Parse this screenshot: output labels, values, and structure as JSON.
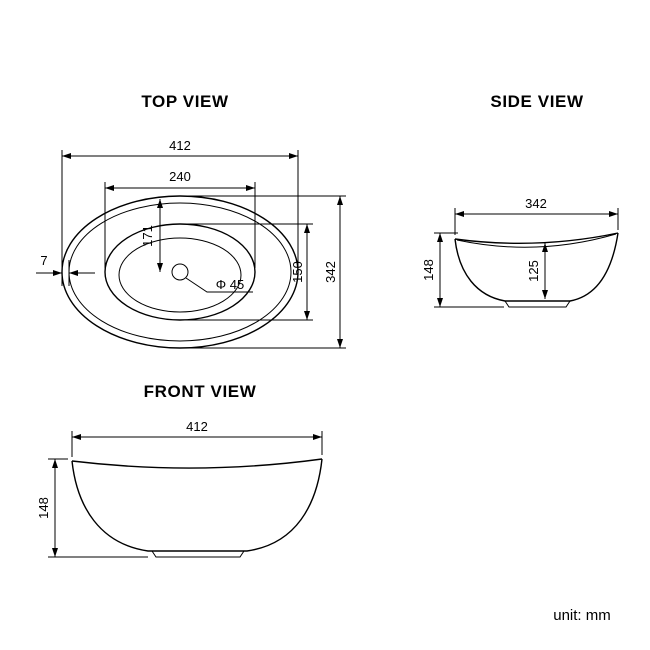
{
  "colors": {
    "line": "#000000",
    "background": "#ffffff"
  },
  "top_view": {
    "title": "TOP VIEW",
    "dims": {
      "overall_width": "412",
      "opening_width": "240",
      "center_to_top": "171",
      "opening_height": "150",
      "overall_height": "342",
      "rim_thickness": "7",
      "drain_diameter": "Φ 45"
    }
  },
  "side_view": {
    "title": "SIDE VIEW",
    "dims": {
      "overall_width": "342",
      "overall_height": "148",
      "inner_depth": "125"
    }
  },
  "front_view": {
    "title": "FRONT VIEW",
    "dims": {
      "overall_width": "412",
      "overall_height": "148"
    }
  },
  "footer": {
    "unit_label": "unit: mm"
  }
}
